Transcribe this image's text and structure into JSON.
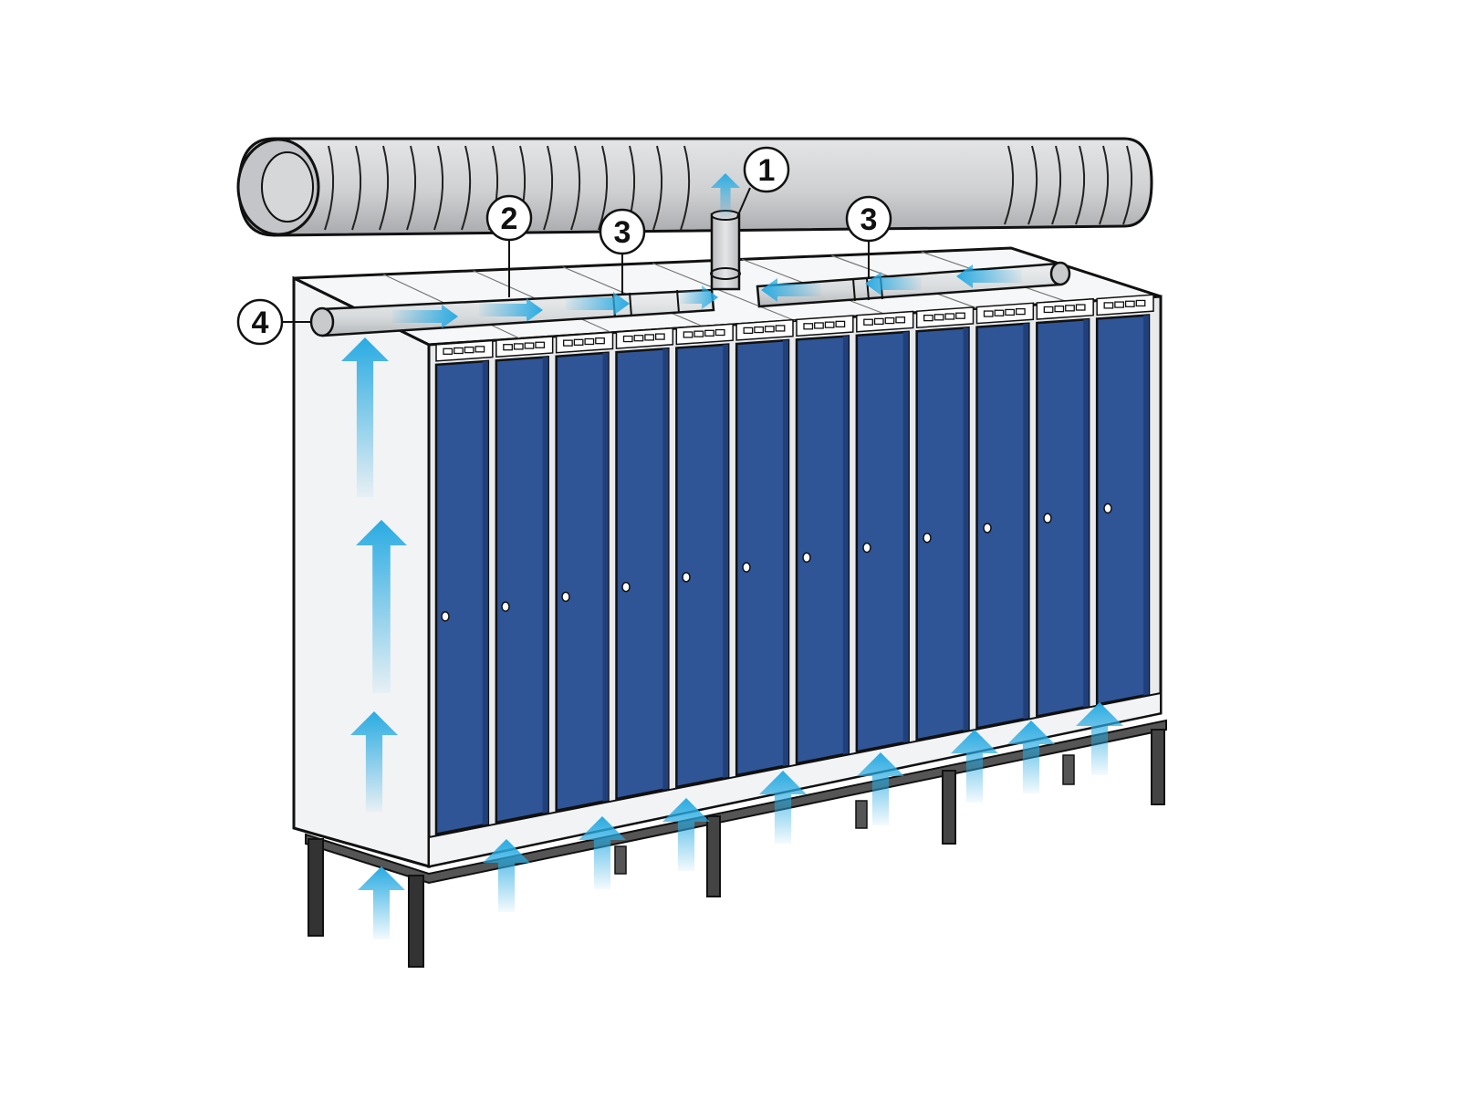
{
  "diagram": {
    "colors": {
      "background": "#ffffff",
      "cabinet_body": "#f2f3f5",
      "locker_door": "#2f5597",
      "locker_door_dark": "#21407a",
      "duct": "#cfd0d2",
      "duct_shadow": "#a9aaad",
      "pipe": "#d7dadc",
      "airflow": "#29abe2",
      "outline": "#111111"
    },
    "locker_count": 12,
    "callouts": [
      {
        "id": "1",
        "label": "1",
        "target": "exhaust-riser"
      },
      {
        "id": "2",
        "label": "2",
        "target": "extraction-pipe-left"
      },
      {
        "id": "3a",
        "label": "3",
        "target": "pipe-connector-left"
      },
      {
        "id": "3b",
        "label": "3",
        "target": "pipe-connector-right"
      },
      {
        "id": "4",
        "label": "4",
        "target": "pipe-end-opening"
      }
    ],
    "icons": {
      "airflow": "airflow-arrow-icon",
      "lock": "keyhole-icon"
    }
  }
}
